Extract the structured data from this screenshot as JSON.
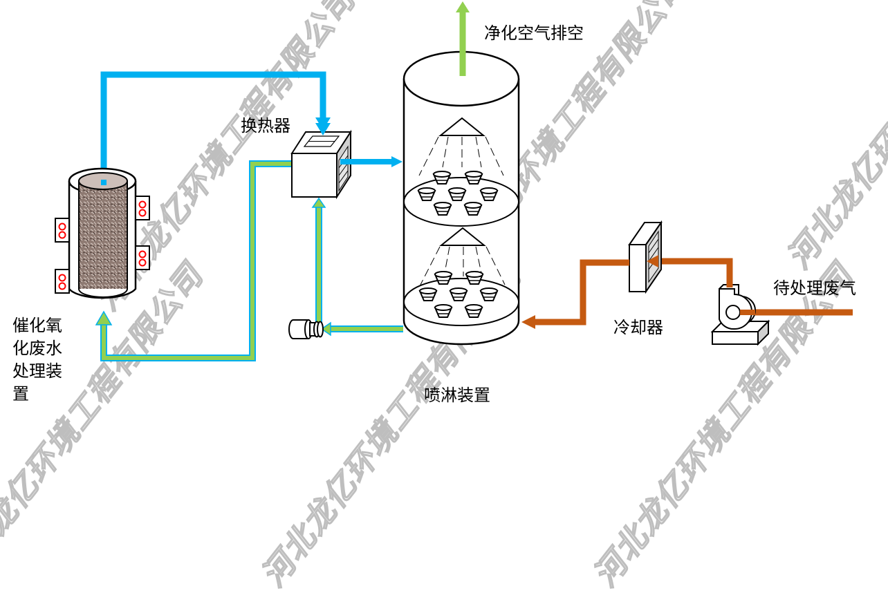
{
  "diagram": {
    "title": "催化氧化废水处理及废气喷淋工艺流程",
    "labels": {
      "heat_exchanger": "换热器",
      "clean_air_exhaust": "净化空气排空",
      "catalytic_device_line1": "催化氧",
      "catalytic_device_line2": "化废水",
      "catalytic_device_line3": "处理装",
      "catalytic_device_line4": "置",
      "spray_device": "喷淋装置",
      "cooler": "冷却器",
      "waste_gas_input": "待处理废气"
    },
    "watermark": "河北龙亿环境工程有限公司",
    "colors": {
      "hot_flow": "#00b0f0",
      "water_flow": "#92d050",
      "waste_gas": "#c55a11",
      "heater_ring": "#ff0000",
      "equipment_outline": "#000000",
      "equipment_shade": "#d0d0d0"
    },
    "nodes": [
      {
        "id": "catalytic-reactor",
        "label_key": "catalytic_device"
      },
      {
        "id": "heat-exchanger",
        "label_key": "heat_exchanger"
      },
      {
        "id": "spray-tower",
        "label_key": "spray_device"
      },
      {
        "id": "circulation-pump",
        "label_key": ""
      },
      {
        "id": "cooler",
        "label_key": "cooler"
      },
      {
        "id": "blower-fan",
        "label_key": ""
      }
    ],
    "edges": [
      {
        "from": "catalytic-reactor",
        "to": "heat-exchanger",
        "type": "hot_flow"
      },
      {
        "from": "heat-exchanger",
        "to": "spray-tower",
        "type": "hot_flow"
      },
      {
        "from": "spray-tower",
        "to": "circulation-pump",
        "type": "water_flow"
      },
      {
        "from": "circulation-pump",
        "to": "heat-exchanger",
        "type": "water_flow"
      },
      {
        "from": "heat-exchanger",
        "to": "catalytic-reactor",
        "type": "water_flow"
      },
      {
        "from": "waste-gas-input",
        "to": "blower-fan",
        "type": "waste_gas"
      },
      {
        "from": "blower-fan",
        "to": "cooler",
        "type": "waste_gas"
      },
      {
        "from": "cooler",
        "to": "spray-tower",
        "type": "waste_gas"
      },
      {
        "from": "spray-tower",
        "to": "atmosphere",
        "type": "clean_air"
      }
    ]
  }
}
